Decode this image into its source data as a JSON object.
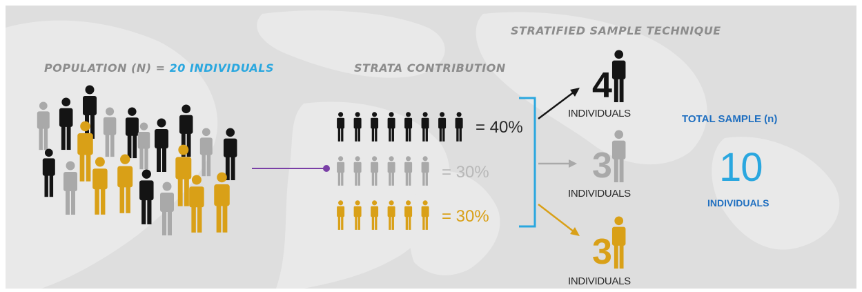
{
  "colors": {
    "black": "#141414",
    "gray": "#a9a9a9",
    "gold": "#d9a017",
    "cyan": "#2aa7df",
    "blue": "#1f6fc0",
    "purple": "#7a3fa6",
    "header": "#8c8c8c",
    "background": "#dcdcdc"
  },
  "header": {
    "population_label": "POPULATION (N) = ",
    "population_value": "20 INDIVIDUALS",
    "strata_title": "STRATA CONTRIBUTION",
    "technique_title": "STRATIFIED SAMPLE TECHNIQUE"
  },
  "strata": [
    {
      "key": "black",
      "icons": 8,
      "label": "= 40%",
      "percent": 40
    },
    {
      "key": "gray",
      "icons": 6,
      "label": "= 30%",
      "percent": 30
    },
    {
      "key": "gold",
      "icons": 6,
      "label": "= 30%",
      "percent": 30
    }
  ],
  "samples": [
    {
      "key": "black",
      "count": "4",
      "label": "INDIVIDUALS"
    },
    {
      "key": "gray",
      "count": "3",
      "label": "INDIVIDUALS"
    },
    {
      "key": "gold",
      "count": "3",
      "label": "INDIVIDUALS"
    }
  ],
  "total": {
    "title": "TOTAL SAMPLE (n)",
    "value": "10",
    "label": "INDIVIDUALS"
  }
}
